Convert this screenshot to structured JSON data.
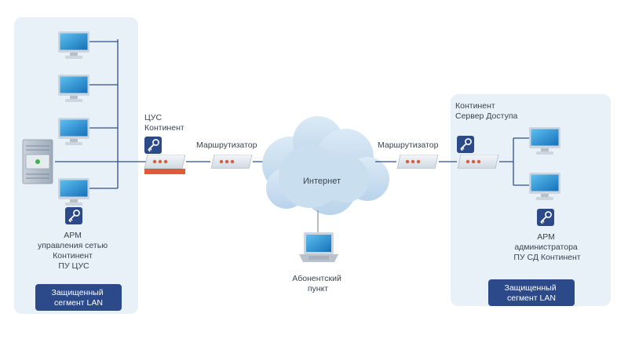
{
  "left_segment": {
    "controller_label": [
      "ЦУС",
      "Континент"
    ],
    "workstation_label": [
      "АРМ",
      "управления сетью",
      "Континент",
      "ПУ ЦУС"
    ],
    "badge": [
      "Защищенный",
      "сегмент LAN"
    ]
  },
  "right_segment": {
    "server_label": [
      "Континент",
      "Сервер Доступа"
    ],
    "workstation_label": [
      "АРМ",
      "администратора",
      "ПУ СД Континент"
    ],
    "badge": [
      "Защищенный",
      "сегмент LAN"
    ]
  },
  "router_left_label": "Маршрутизатор",
  "router_right_label": "Маршрутизатор",
  "cloud_label": "Интернет",
  "subscriber_label": [
    "Абонентский",
    "пункт"
  ],
  "colors": {
    "zone_fill": "#e8f0f8",
    "badge_fill": "#2c4a8a",
    "wire": "#2f4f8a",
    "monitor_screen": "#1f8fd0",
    "accent_red": "#e05a3a",
    "cloud": "#c9dff0"
  },
  "icons": [
    "monitor-icon",
    "server-tower-icon",
    "key-icon",
    "router-icon",
    "cloud-icon",
    "laptop-icon"
  ]
}
